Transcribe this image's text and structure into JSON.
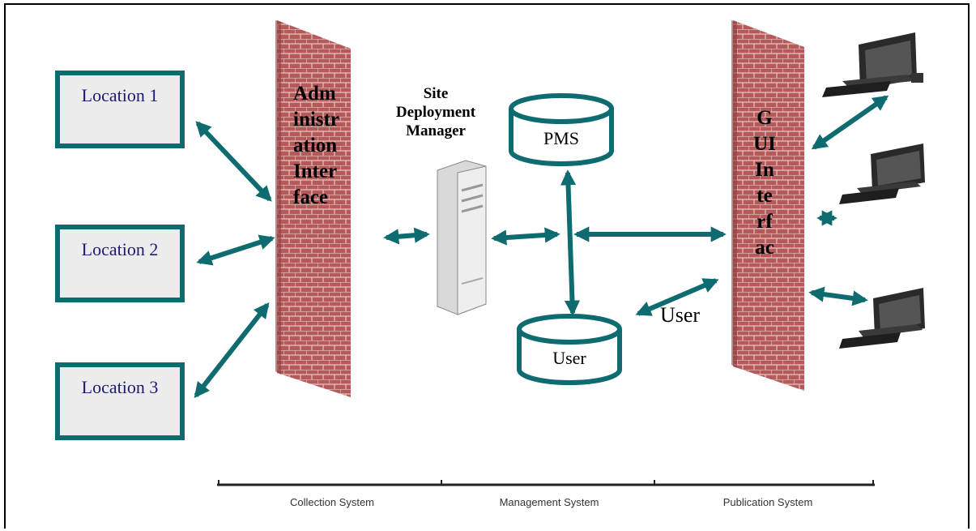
{
  "locations": [
    {
      "label": "Location 1"
    },
    {
      "label": "Location 2"
    },
    {
      "label": "Location 3"
    }
  ],
  "admin_wall": {
    "lines": [
      "Adm",
      "inistr",
      "ation",
      "Inter",
      "face"
    ]
  },
  "gui_wall": {
    "lines": [
      "G",
      "UI",
      "In",
      "te",
      "rf",
      "ac"
    ]
  },
  "site_deployment_manager": {
    "lines": [
      "Site",
      "Deployment",
      "Manager"
    ]
  },
  "databases": {
    "pms": "PMS",
    "user": "User"
  },
  "user_label": "User",
  "systems": [
    "Collection System",
    "Management System",
    "Publication System"
  ],
  "colors": {
    "arrow": "#0e6b6f",
    "brick": "#b55a5a",
    "mortar": "#e8c4c0",
    "box_fill": "#ececec"
  }
}
